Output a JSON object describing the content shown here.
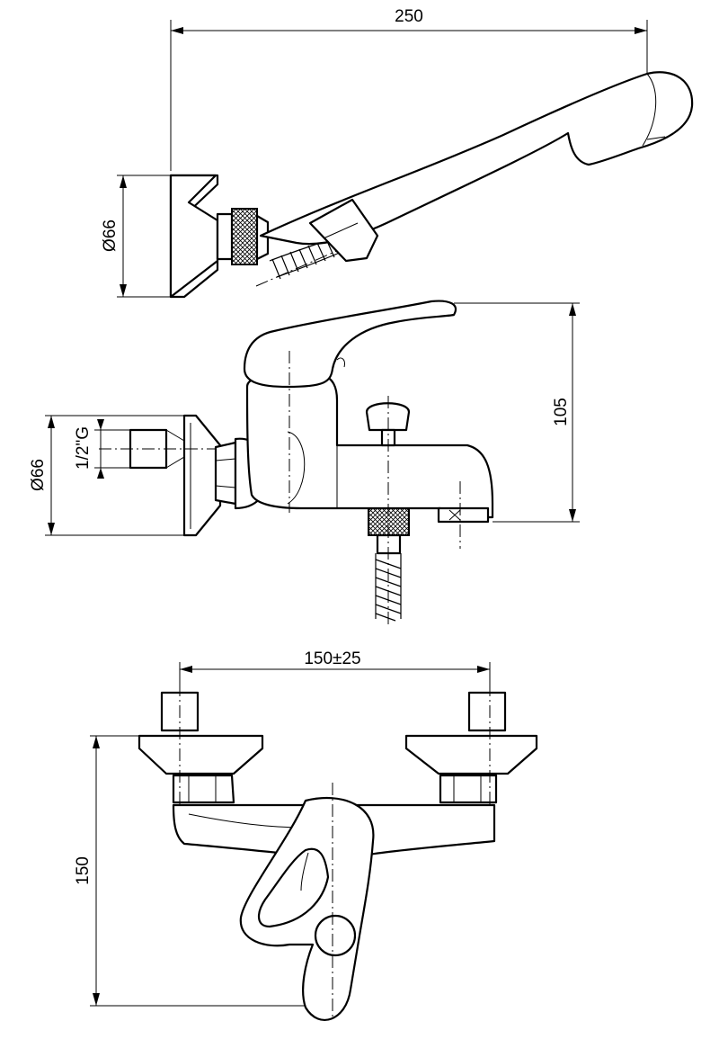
{
  "dimensions": {
    "shower_width": "250",
    "shower_bracket_diameter": "Ø66",
    "mixer_height": "105",
    "mixer_flange_diameter": "Ø66",
    "inlet_thread": "1/2\"G",
    "inlet_spacing": "150±25",
    "front_height": "150"
  },
  "colors": {
    "line": "#000000",
    "background": "#ffffff"
  }
}
